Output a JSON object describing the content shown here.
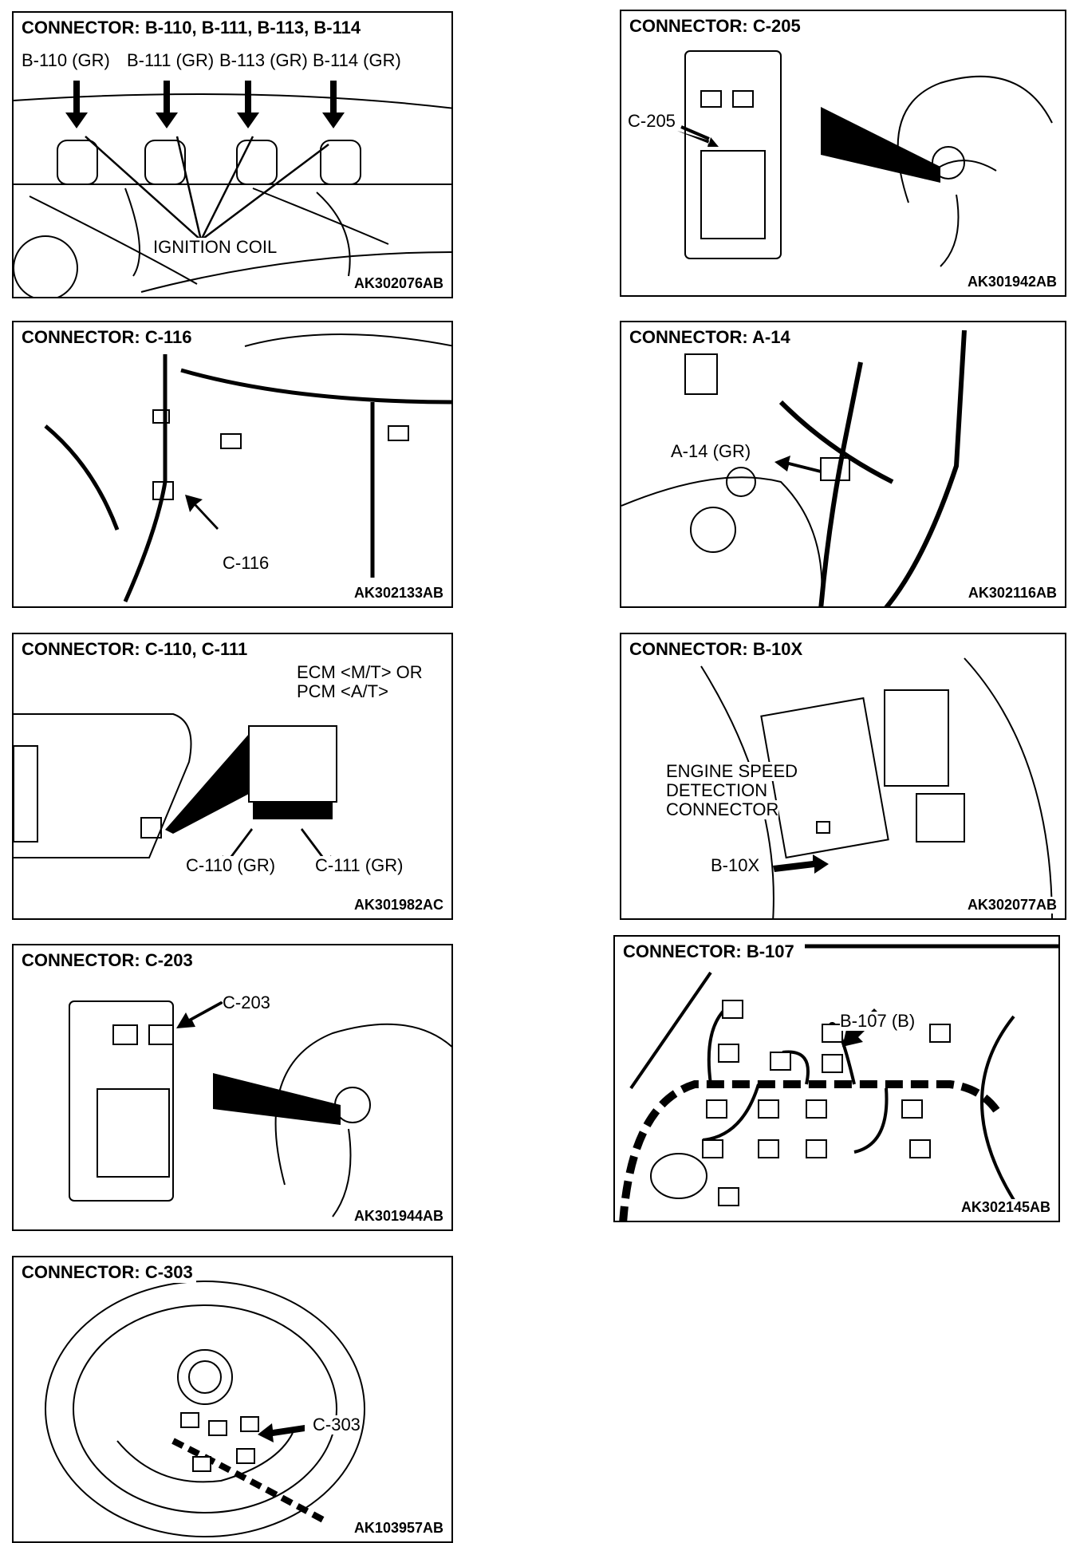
{
  "panels": [
    {
      "title": "CONNECTOR: B-110, B-111, B-113, B-114",
      "labels": [
        "B-110 (GR)",
        "B-111 (GR)",
        "B-113 (GR)",
        "B-114 (GR)",
        "IGNITION COIL"
      ],
      "code": "AK302076AB"
    },
    {
      "title": "CONNECTOR: C-205",
      "labels": [
        "C-205"
      ],
      "code": "AK301942AB"
    },
    {
      "title": "CONNECTOR: C-116",
      "labels": [
        "C-116"
      ],
      "code": "AK302133AB"
    },
    {
      "title": "CONNECTOR: A-14",
      "labels": [
        "A-14 (GR)"
      ],
      "code": "AK302116AB"
    },
    {
      "title": "CONNECTOR: C-110, C-111",
      "labels": [
        "ECM <M/T> OR",
        "PCM <A/T>",
        "C-110 (GR)",
        "C-111 (GR)"
      ],
      "code": "AK301982AC"
    },
    {
      "title": "CONNECTOR: B-10X",
      "labels": [
        "ENGINE SPEED",
        "DETECTION",
        "CONNECTOR",
        "B-10X"
      ],
      "code": "AK302077AB"
    },
    {
      "title": "CONNECTOR: C-203",
      "labels": [
        "C-203"
      ],
      "code": "AK301944AB"
    },
    {
      "title": "CONNECTOR: B-107",
      "labels": [
        "B-107 (B)"
      ],
      "code": "AK302145AB"
    },
    {
      "title": "CONNECTOR: C-303",
      "labels": [
        "C-303"
      ],
      "code": "AK103957AB"
    }
  ]
}
